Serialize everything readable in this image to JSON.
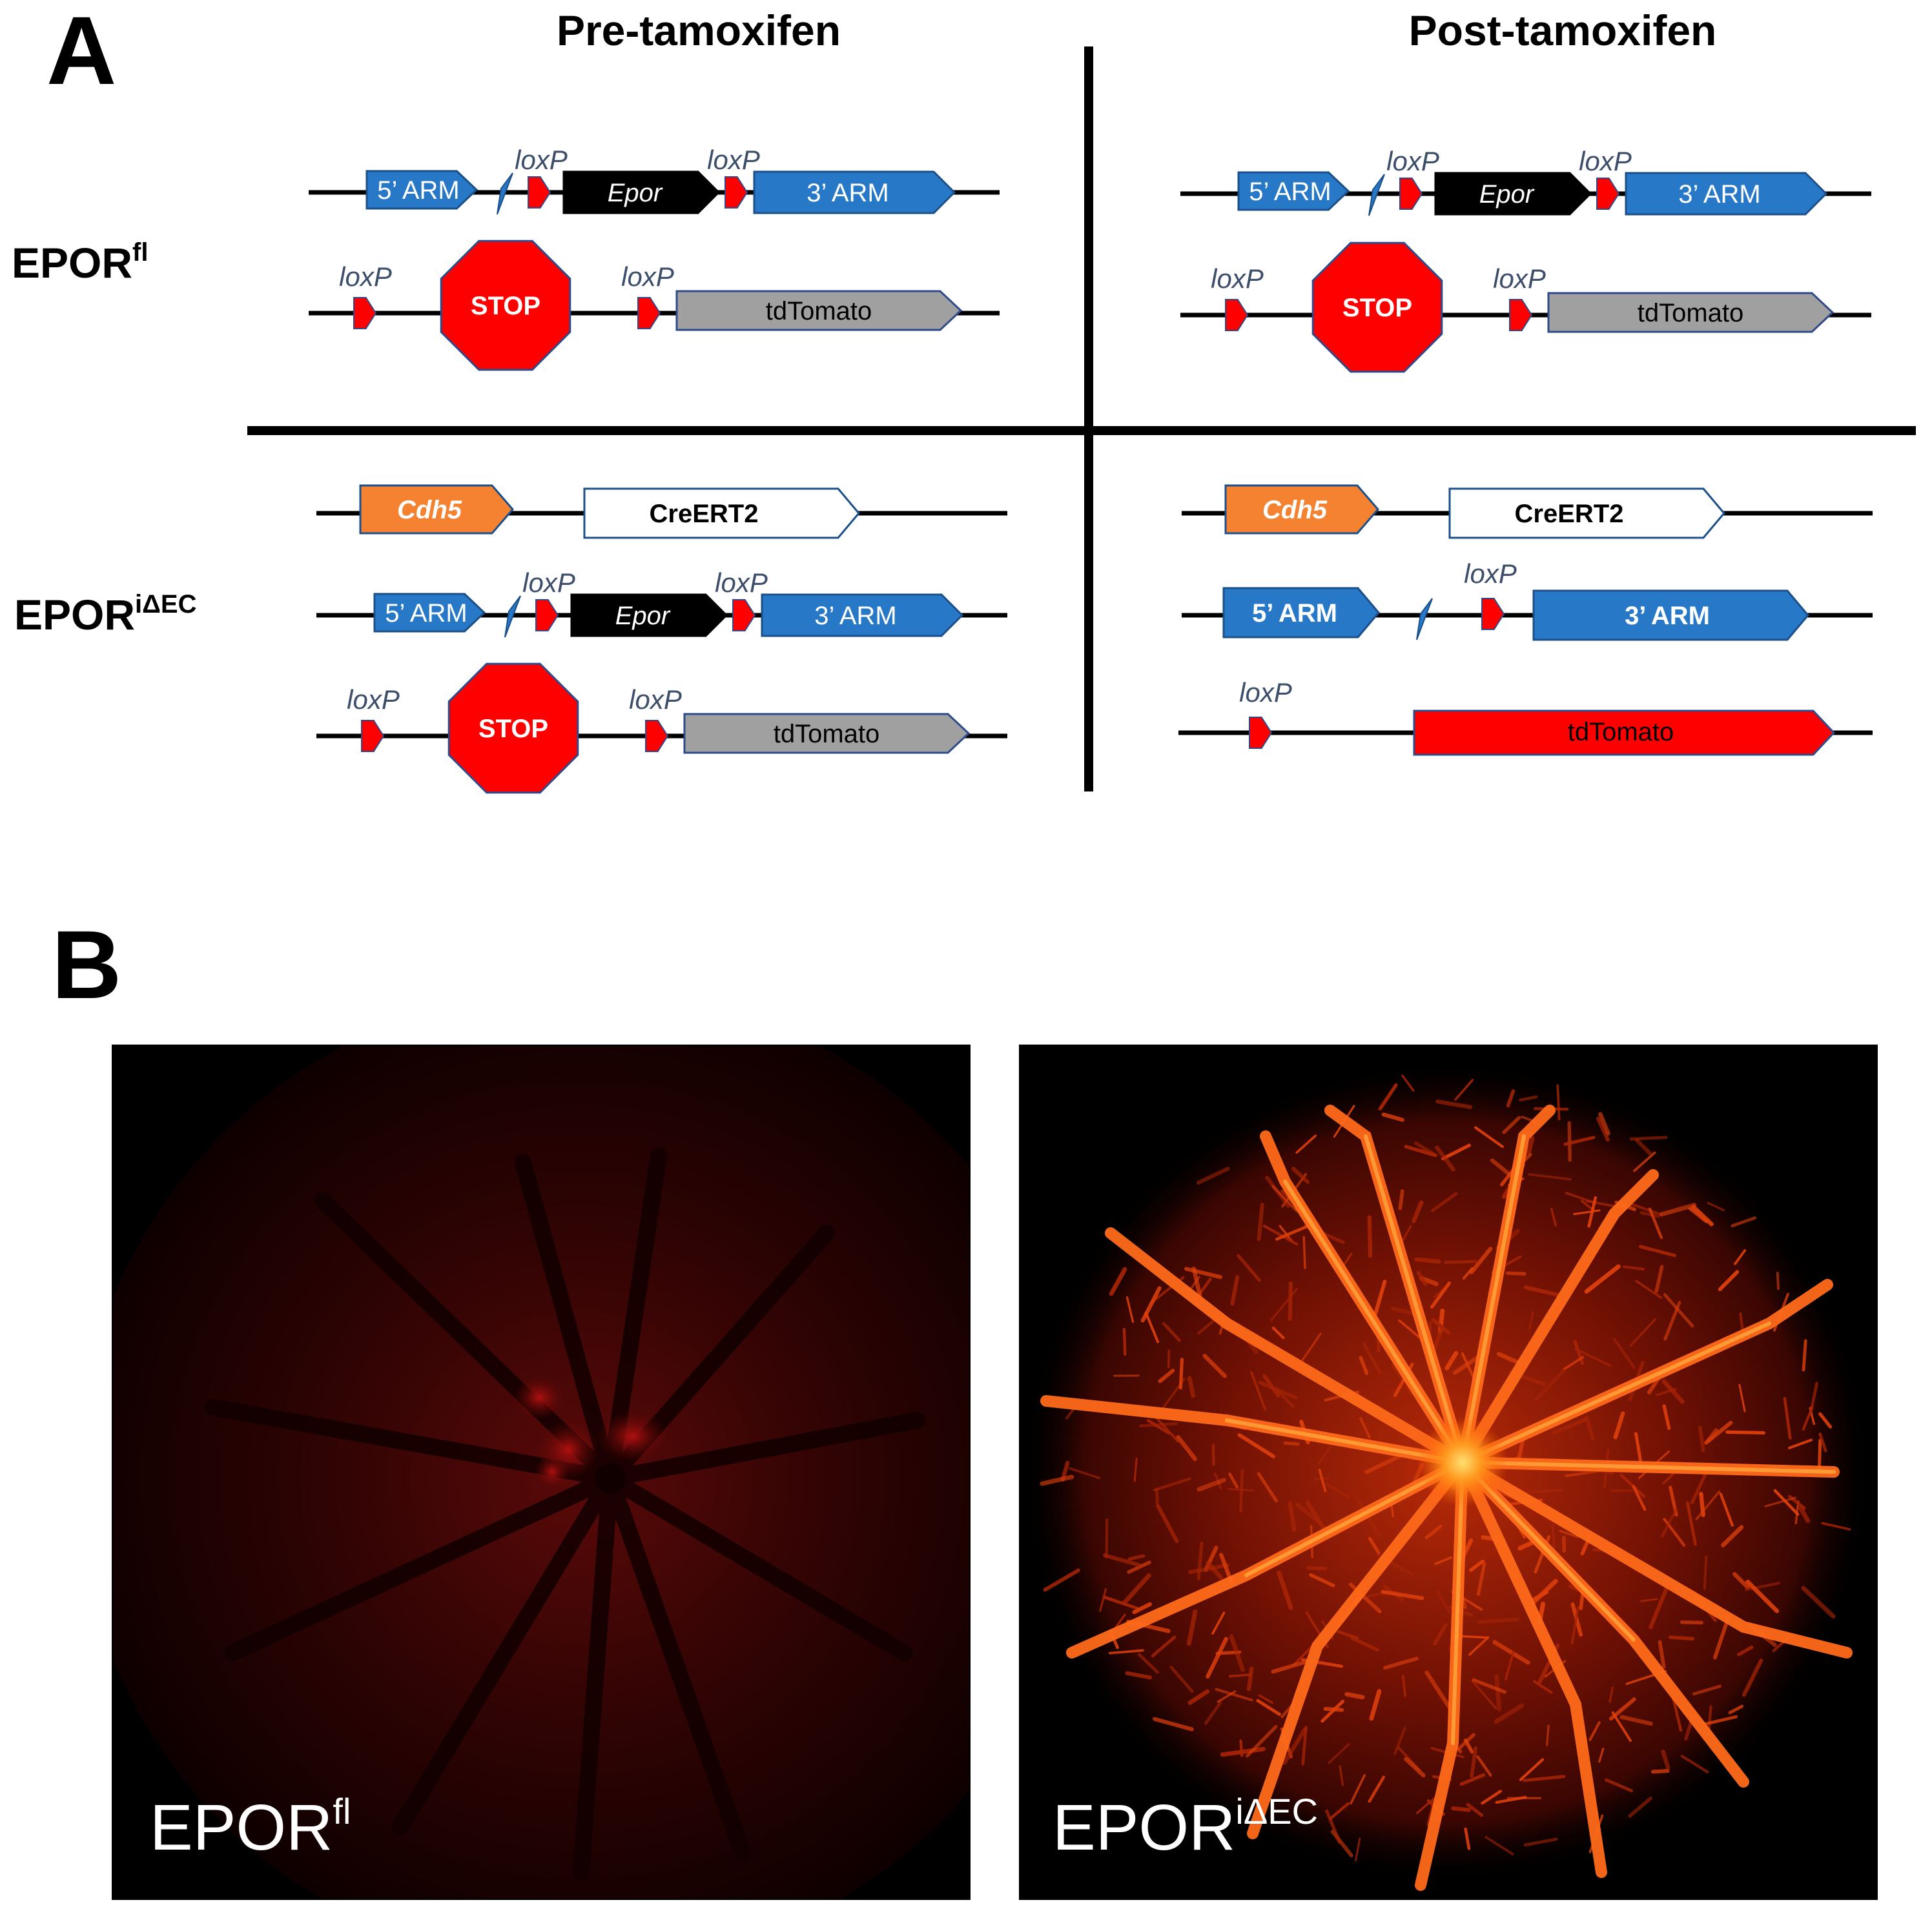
{
  "panel_a": {
    "letter": "A",
    "columns": {
      "pre": "Pre-tamoxifen",
      "post": "Post-tamoxifen"
    },
    "rows": {
      "fl": {
        "base": "EPOR",
        "sup": "fl"
      },
      "iec": {
        "base": "EPOR",
        "sup": "iΔEC"
      }
    },
    "labels": {
      "loxp": "loxP",
      "arm5": "5’ ARM",
      "arm3": "3’ ARM",
      "epor": "Epor",
      "stop": "STOP",
      "tdtomato": "tdTomato",
      "cdh5": "Cdh5",
      "creert2": "CreERT2"
    },
    "colors": {
      "arm": "#2878c8",
      "loxp": "#ff0000",
      "epor": "#000000",
      "stop": "#ff0000",
      "tdtomato_off": "#a0a0a0",
      "tdtomato_on": "#ff0000",
      "cdh5": "#f58230",
      "creert2": "#ffffff"
    }
  },
  "panel_b": {
    "letter": "B",
    "left_label": {
      "base": "EPOR",
      "sup": "fl"
    },
    "right_label": {
      "base": "EPOR",
      "sup": "iΔEC"
    }
  }
}
